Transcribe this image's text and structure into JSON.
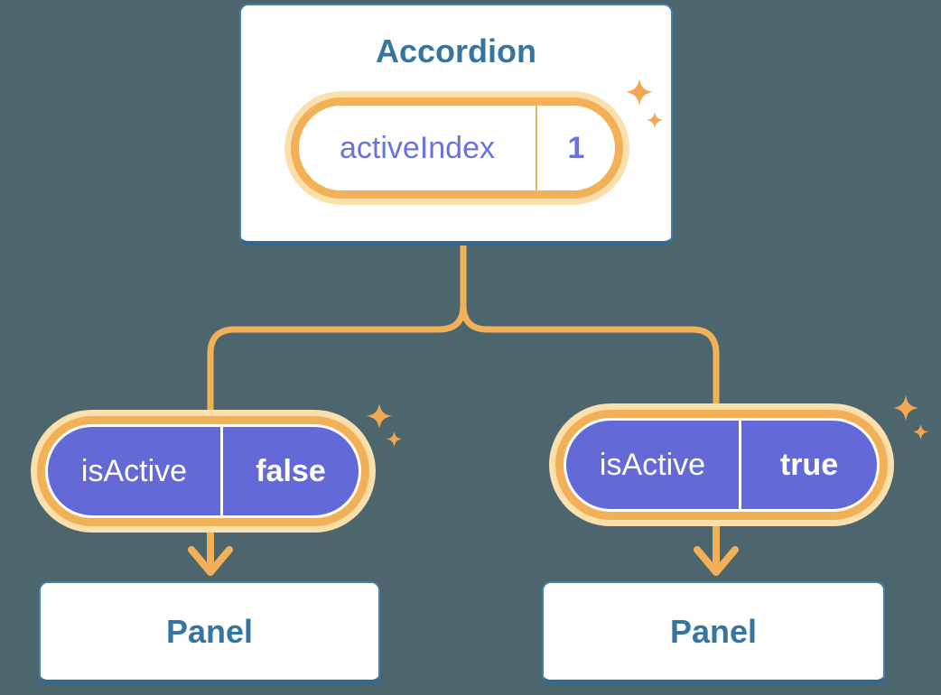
{
  "canvas": {
    "background": "#4D666E",
    "accent_orange": "#F3B157",
    "accent_orange_glow": "#FBDFAD",
    "purple": "#636AD8",
    "purple_text": "#6A72DB",
    "blue_border": "#4580A9",
    "blue_border_bottom": "#2E6B94",
    "heading_text": "#36759E",
    "sparkle": "#F2A852"
  },
  "root": {
    "title": "Accordion",
    "state": {
      "name": "activeIndex",
      "value": "1"
    }
  },
  "children": [
    {
      "prop": {
        "name": "isActive",
        "value": "false"
      },
      "node": {
        "title": "Panel"
      }
    },
    {
      "prop": {
        "name": "isActive",
        "value": "true"
      },
      "node": {
        "title": "Panel"
      }
    }
  ],
  "icons": {
    "sparkle": "sparkle-icon",
    "arrow": "arrow-down-icon"
  }
}
